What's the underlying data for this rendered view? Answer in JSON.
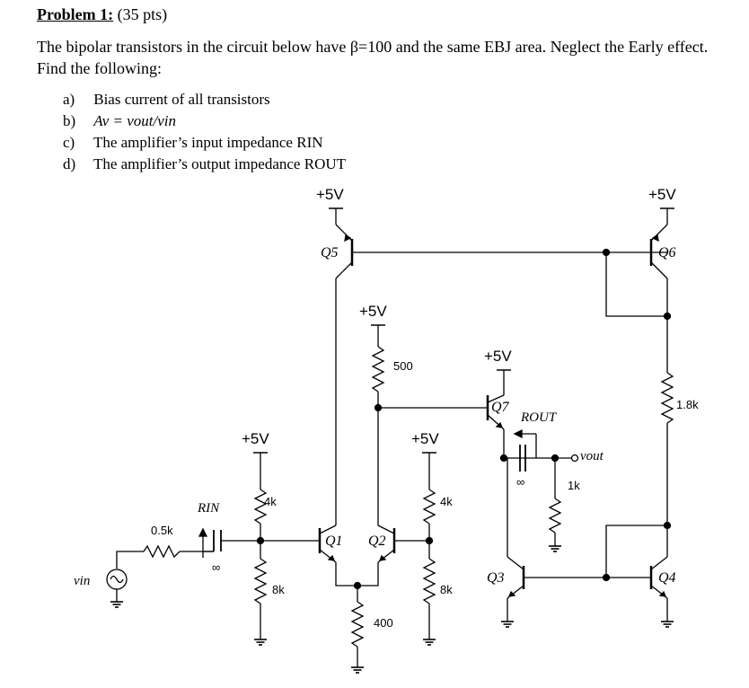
{
  "problem": {
    "label": "Problem 1:",
    "points": "(35 pts)",
    "intro_line1": "The bipolar transistors in the circuit below have β=100 and the same EBJ area. Neglect the Early effect.",
    "intro_line2": "Find the following:",
    "items": [
      {
        "letter": "a)",
        "text": "Bias current of all transistors"
      },
      {
        "letter": "b)",
        "text": "Av = vout/vin"
      },
      {
        "letter": "c)",
        "text": "The amplifier’s input impedance RIN"
      },
      {
        "letter": "d)",
        "text": "The amplifier’s output impedance ROUT"
      }
    ]
  },
  "circuit": {
    "supply": "+5V",
    "transistors": {
      "q1": "Q1",
      "q2": "Q2",
      "q3": "Q3",
      "q4": "Q4",
      "q5": "Q5",
      "q6": "Q6",
      "q7": "Q7"
    },
    "resistors": {
      "r_source": "0.5k",
      "r_b1_top": "4k",
      "r_b1_bot": "8k",
      "r_c1": "500",
      "r_tail": "400",
      "r_b2_top": "4k",
      "r_b2_bot": "8k",
      "r_load": "1k",
      "r_q6": "1.8k"
    },
    "labels": {
      "rin": "RIN",
      "rout": "ROUT",
      "vin": "vin",
      "vout": "vout",
      "inf1": "∞",
      "inf2": "∞"
    }
  }
}
